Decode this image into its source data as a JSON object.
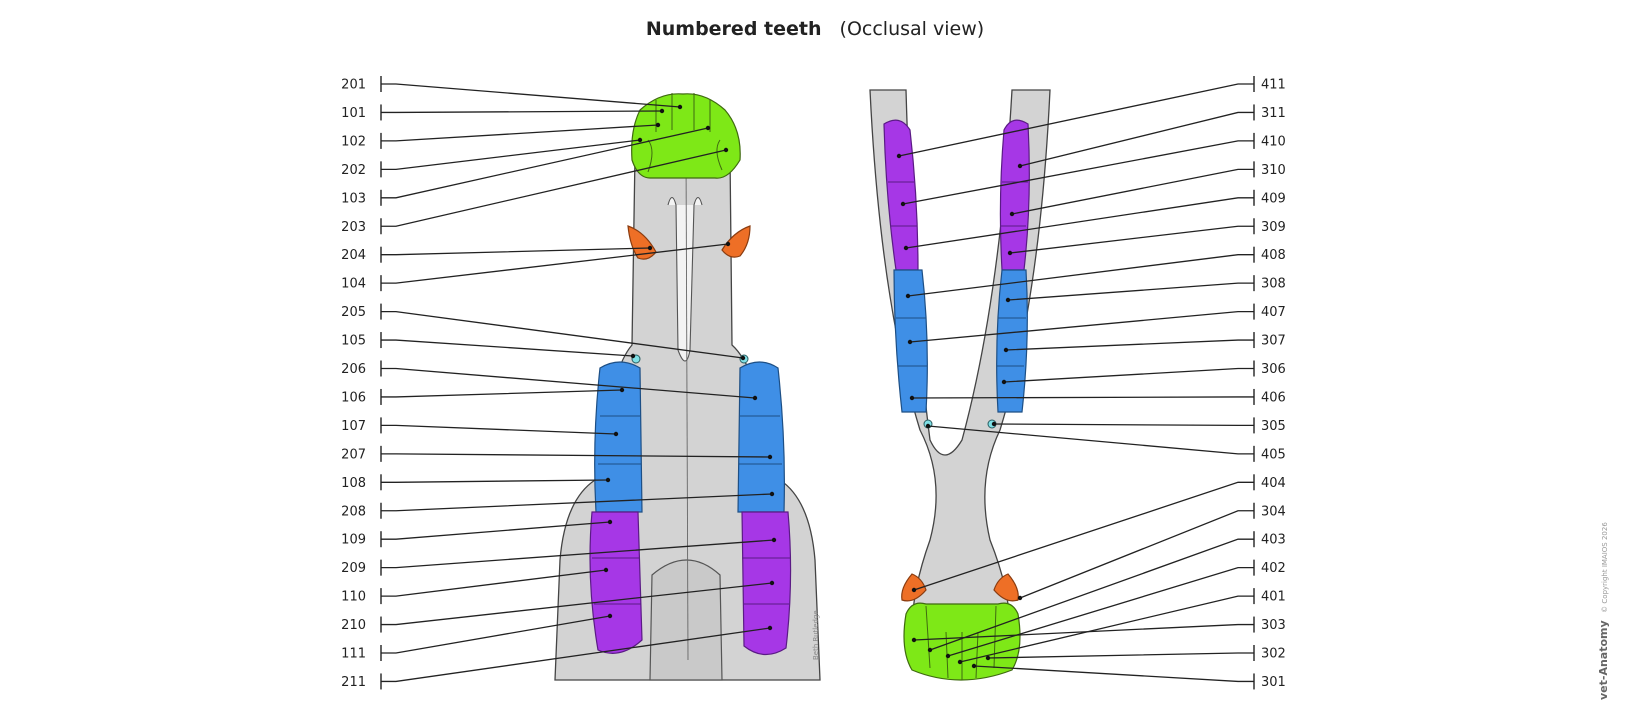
{
  "title": {
    "bold": "Numbered teeth",
    "normal": "(Occlusal view)"
  },
  "colors": {
    "incisor": "#7ee817",
    "canine": "#ee6f26",
    "wolf": "#7fe0e6",
    "premolar": "#3f8fe6",
    "molar": "#a637e6",
    "jaw": "#d3d3d3"
  },
  "upper_jaw_labels": [
    "201",
    "101",
    "102",
    "202",
    "103",
    "203",
    "204",
    "104",
    "205",
    "105",
    "206",
    "106",
    "107",
    "207",
    "108",
    "208",
    "109",
    "209",
    "110",
    "210",
    "111",
    "211"
  ],
  "lower_jaw_labels": [
    "411",
    "311",
    "410",
    "310",
    "409",
    "309",
    "408",
    "308",
    "407",
    "307",
    "306",
    "406",
    "305",
    "405",
    "404",
    "304",
    "403",
    "402",
    "401",
    "303",
    "302",
    "301"
  ],
  "brand": {
    "name": "vet-Anatomy",
    "copyright": "© Copyright IMAIOS 2026"
  },
  "signature": "Beth Rutledge"
}
